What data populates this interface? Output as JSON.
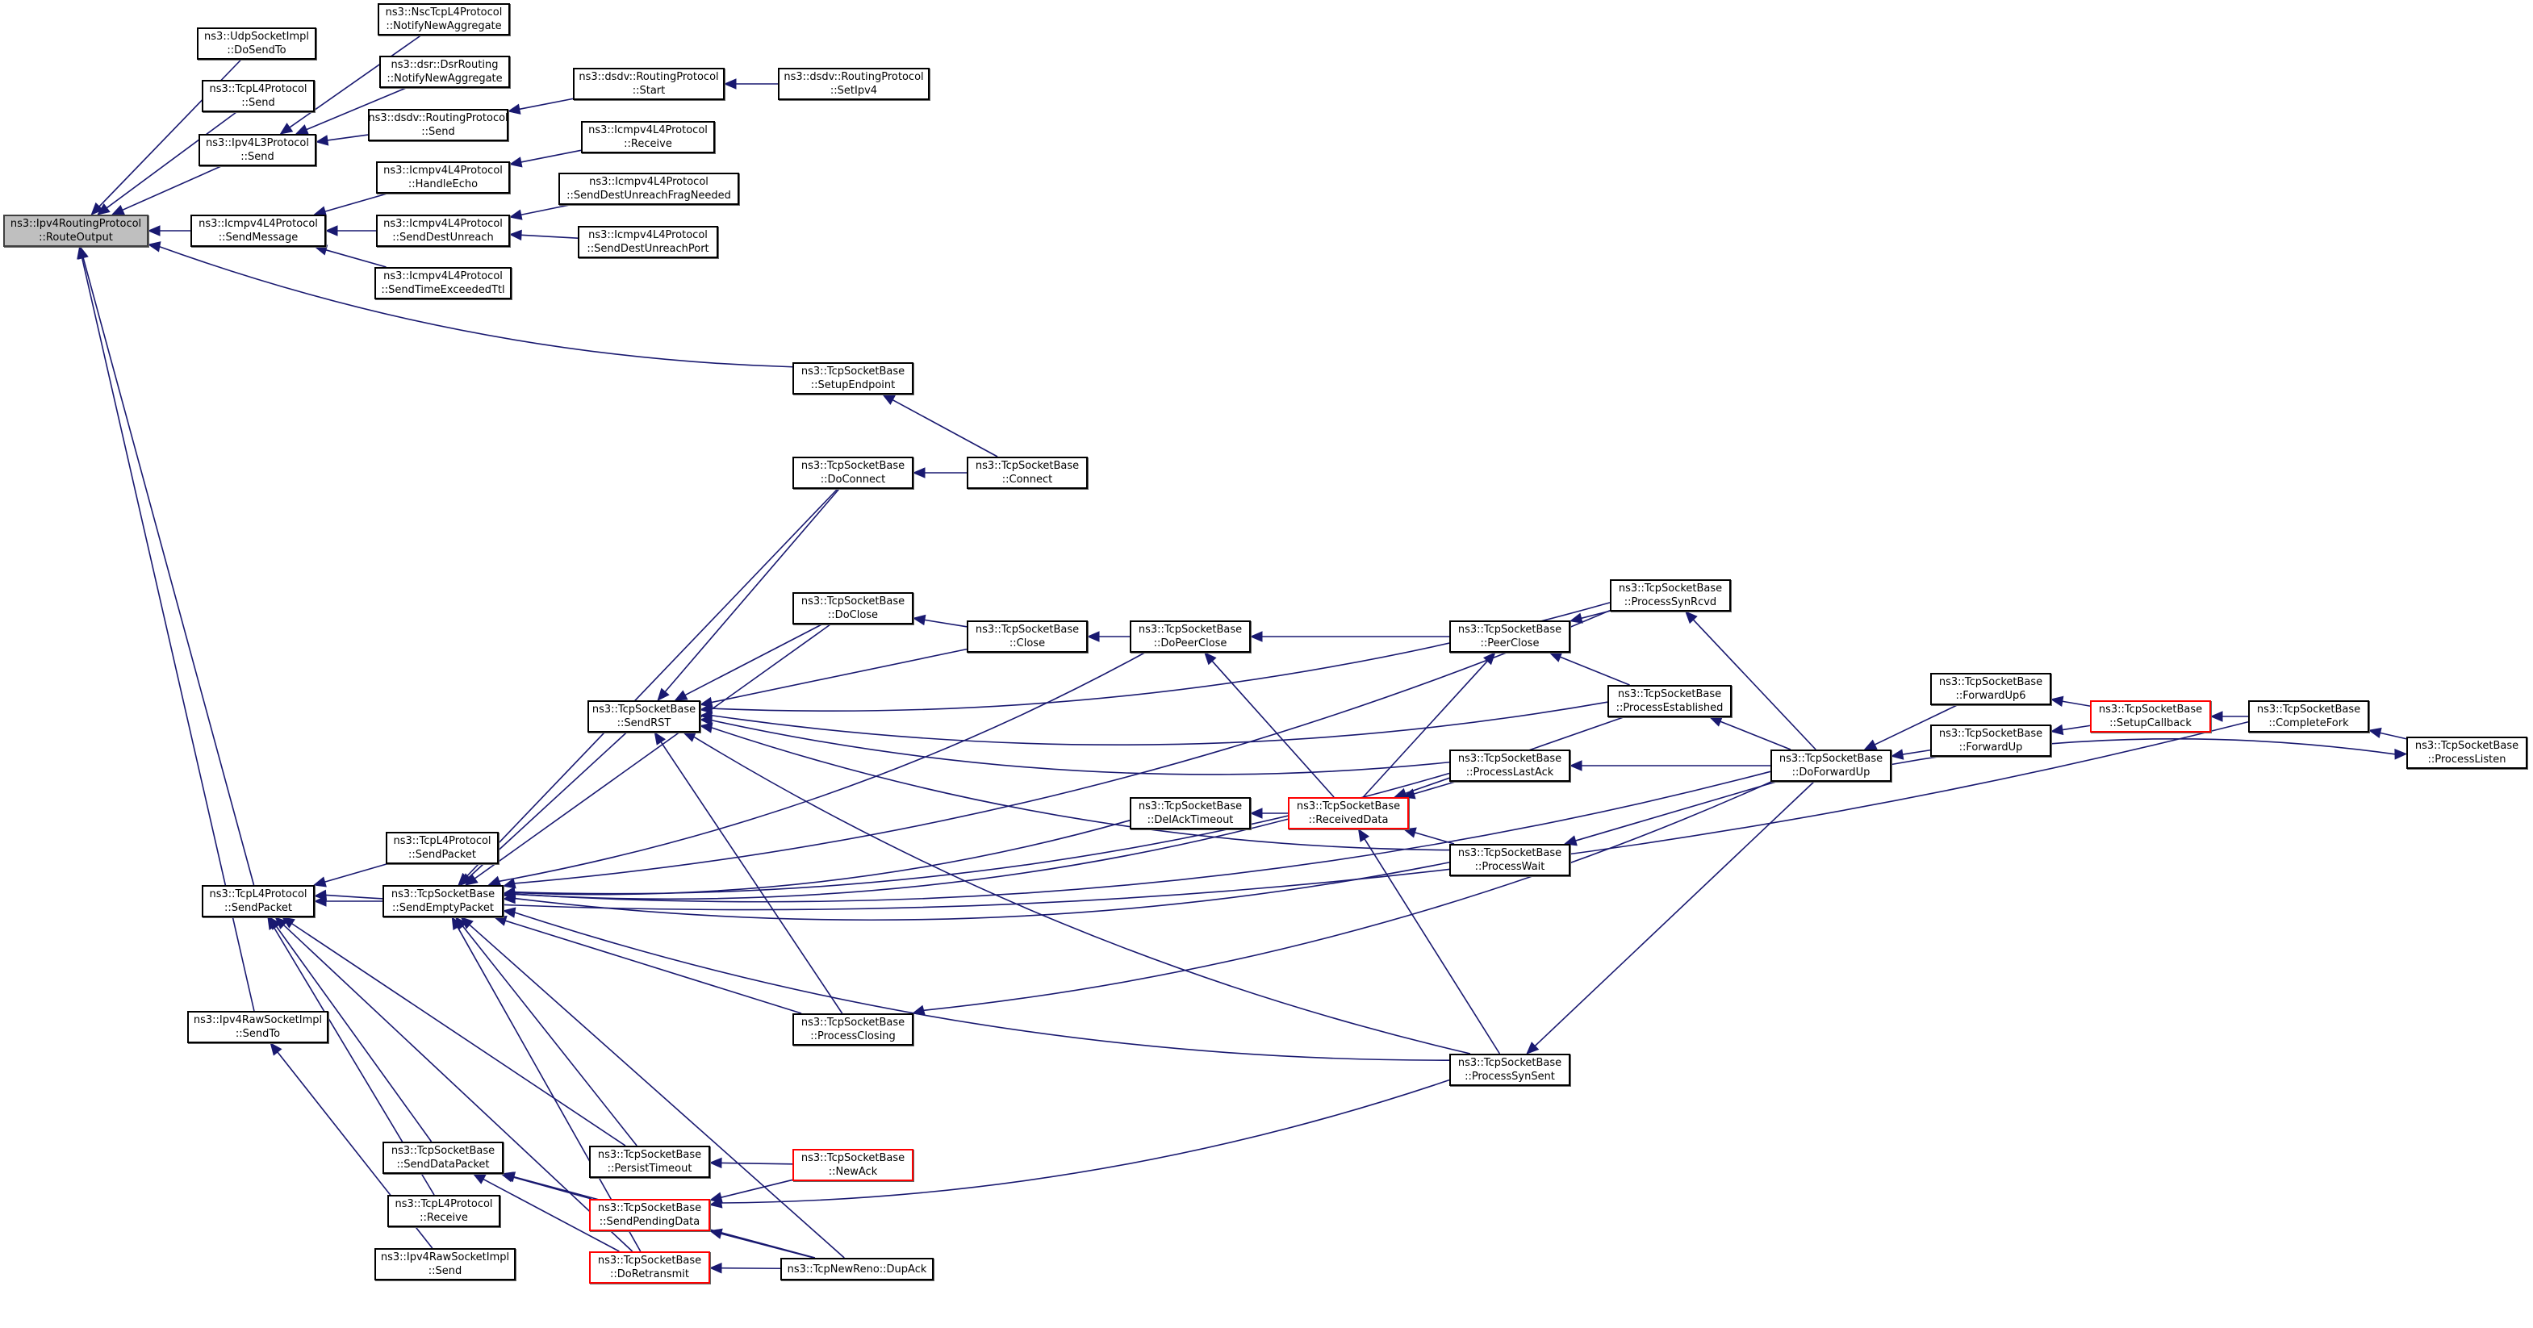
{
  "graph": {
    "type": "caller-graph",
    "root": "n1",
    "colors": {
      "edge": "#191970",
      "root_fill": "#bfbfbf",
      "truncated_border": "#ff0000",
      "node_border": "#000000"
    },
    "nodes": [
      {
        "id": "n1",
        "line1": "ns3::Ipv4RoutingProtocol",
        "line2": "::RouteOutput",
        "style": "root"
      },
      {
        "id": "n2",
        "line1": "ns3::UdpSocketImpl",
        "line2": "::DoSendTo",
        "style": "normal"
      },
      {
        "id": "n3",
        "line1": "ns3::TcpL4Protocol",
        "line2": "::Send",
        "style": "normal"
      },
      {
        "id": "n4",
        "line1": "ns3::Ipv4L3Protocol",
        "line2": "::Send",
        "style": "normal"
      },
      {
        "id": "n5",
        "line1": "ns3::Icmpv4L4Protocol",
        "line2": "::SendMessage",
        "style": "normal"
      },
      {
        "id": "n6",
        "line1": "ns3::NscTcpL4Protocol",
        "line2": "::NotifyNewAggregate",
        "style": "normal"
      },
      {
        "id": "n7",
        "line1": "ns3::dsr::DsrRouting",
        "line2": "::NotifyNewAggregate",
        "style": "normal"
      },
      {
        "id": "n8",
        "line1": "ns3::dsdv::RoutingProtocol",
        "line2": "::Send",
        "style": "normal"
      },
      {
        "id": "n9",
        "line1": "ns3::Icmpv4L4Protocol",
        "line2": "::HandleEcho",
        "style": "normal"
      },
      {
        "id": "n10",
        "line1": "ns3::Icmpv4L4Protocol",
        "line2": "::SendDestUnreach",
        "style": "normal"
      },
      {
        "id": "n11",
        "line1": "ns3::Icmpv4L4Protocol",
        "line2": "::SendTimeExceededTtl",
        "style": "normal"
      },
      {
        "id": "n12",
        "line1": "ns3::dsdv::RoutingProtocol",
        "line2": "::Start",
        "style": "normal"
      },
      {
        "id": "n13",
        "line1": "ns3::dsdv::RoutingProtocol",
        "line2": "::SetIpv4",
        "style": "normal"
      },
      {
        "id": "n14",
        "line1": "ns3::Icmpv4L4Protocol",
        "line2": "::Receive",
        "style": "normal"
      },
      {
        "id": "n15",
        "line1": "ns3::Icmpv4L4Protocol",
        "line2": "::SendDestUnreachFragNeeded",
        "style": "normal"
      },
      {
        "id": "n16",
        "line1": "ns3::Icmpv4L4Protocol",
        "line2": "::SendDestUnreachPort",
        "style": "normal"
      },
      {
        "id": "n17",
        "line1": "ns3::TcpSocketBase",
        "line2": "::SetupEndpoint",
        "style": "normal"
      },
      {
        "id": "n18",
        "line1": "ns3::TcpSocketBase",
        "line2": "::DoConnect",
        "style": "normal"
      },
      {
        "id": "n19",
        "line1": "ns3::TcpSocketBase",
        "line2": "::Connect",
        "style": "normal"
      },
      {
        "id": "n20",
        "line1": "ns3::TcpSocketBase",
        "line2": "::DoClose",
        "style": "normal"
      },
      {
        "id": "n21",
        "line1": "ns3::TcpSocketBase",
        "line2": "::Close",
        "style": "normal"
      },
      {
        "id": "n22",
        "line1": "ns3::TcpSocketBase",
        "line2": "::DoPeerClose",
        "style": "normal"
      },
      {
        "id": "n23",
        "line1": "ns3::TcpSocketBase",
        "line2": "::PeerClose",
        "style": "normal"
      },
      {
        "id": "n24",
        "line1": "ns3::TcpSocketBase",
        "line2": "::ProcessSynRcvd",
        "style": "normal"
      },
      {
        "id": "n25",
        "line1": "ns3::TcpSocketBase",
        "line2": "::ProcessEstablished",
        "style": "normal"
      },
      {
        "id": "n26",
        "line1": "ns3::TcpSocketBase",
        "line2": "::SendRST",
        "style": "normal"
      },
      {
        "id": "n27",
        "line1": "ns3::TcpSocketBase",
        "line2": "::ProcessLastAck",
        "style": "normal"
      },
      {
        "id": "n28",
        "line1": "ns3::TcpSocketBase",
        "line2": "::DelAckTimeout",
        "style": "normal"
      },
      {
        "id": "n29",
        "line1": "ns3::TcpSocketBase",
        "line2": "::ReceivedData",
        "style": "truncated"
      },
      {
        "id": "n30",
        "line1": "ns3::TcpSocketBase",
        "line2": "::ProcessWait",
        "style": "normal"
      },
      {
        "id": "n31",
        "line1": "ns3::TcpSocketBase",
        "line2": "::DoForwardUp",
        "style": "normal"
      },
      {
        "id": "n32",
        "line1": "ns3::TcpSocketBase",
        "line2": "::ForwardUp6",
        "style": "normal"
      },
      {
        "id": "n33",
        "line1": "ns3::TcpSocketBase",
        "line2": "::ForwardUp",
        "style": "normal"
      },
      {
        "id": "n34",
        "line1": "ns3::TcpSocketBase",
        "line2": "::SetupCallback",
        "style": "truncated"
      },
      {
        "id": "n35",
        "line1": "ns3::TcpSocketBase",
        "line2": "::CompleteFork",
        "style": "normal"
      },
      {
        "id": "n36",
        "line1": "ns3::TcpSocketBase",
        "line2": "::ProcessListen",
        "style": "normal"
      },
      {
        "id": "n37",
        "line1": "ns3::TcpL4Protocol",
        "line2": "::SendPacket",
        "style": "normal"
      },
      {
        "id": "n38",
        "line1": "ns3::TcpL4Protocol",
        "line2": "::SendPacket",
        "style": "normal"
      },
      {
        "id": "n39",
        "line1": "ns3::TcpSocketBase",
        "line2": "::SendEmptyPacket",
        "style": "normal"
      },
      {
        "id": "n40",
        "line1": "ns3::Ipv4RawSocketImpl",
        "line2": "::SendTo",
        "style": "normal"
      },
      {
        "id": "n41",
        "line1": "ns3::TcpSocketBase",
        "line2": "::ProcessClosing",
        "style": "normal"
      },
      {
        "id": "n42",
        "line1": "ns3::TcpSocketBase",
        "line2": "::ProcessSynSent",
        "style": "normal"
      },
      {
        "id": "n43",
        "line1": "ns3::TcpSocketBase",
        "line2": "::SendDataPacket",
        "style": "normal"
      },
      {
        "id": "n44",
        "line1": "ns3::TcpSocketBase",
        "line2": "::PersistTimeout",
        "style": "normal"
      },
      {
        "id": "n45",
        "line1": "ns3::TcpSocketBase",
        "line2": "::NewAck",
        "style": "truncated"
      },
      {
        "id": "n46",
        "line1": "ns3::TcpL4Protocol",
        "line2": "::Receive",
        "style": "normal"
      },
      {
        "id": "n47",
        "line1": "ns3::TcpSocketBase",
        "line2": "::SendPendingData",
        "style": "truncated"
      },
      {
        "id": "n48",
        "line1": "ns3::Ipv4RawSocketImpl",
        "line2": "::Send",
        "style": "normal"
      },
      {
        "id": "n49",
        "line1": "ns3::TcpSocketBase",
        "line2": "::DoRetransmit",
        "style": "truncated"
      },
      {
        "id": "n50",
        "line1": "ns3::TcpNewReno::DupAck",
        "line2": "",
        "style": "normal"
      }
    ],
    "edges": [
      {
        "from": "n2",
        "to": "n1"
      },
      {
        "from": "n3",
        "to": "n1"
      },
      {
        "from": "n4",
        "to": "n1"
      },
      {
        "from": "n5",
        "to": "n1"
      },
      {
        "from": "n17",
        "to": "n1"
      },
      {
        "from": "n38",
        "to": "n1"
      },
      {
        "from": "n40",
        "to": "n1"
      },
      {
        "from": "n6",
        "to": "n4"
      },
      {
        "from": "n7",
        "to": "n4"
      },
      {
        "from": "n8",
        "to": "n4"
      },
      {
        "from": "n12",
        "to": "n8"
      },
      {
        "from": "n13",
        "to": "n12"
      },
      {
        "from": "n9",
        "to": "n5"
      },
      {
        "from": "n10",
        "to": "n5"
      },
      {
        "from": "n11",
        "to": "n5"
      },
      {
        "from": "n14",
        "to": "n9"
      },
      {
        "from": "n15",
        "to": "n10"
      },
      {
        "from": "n16",
        "to": "n10"
      },
      {
        "from": "n19",
        "to": "n17"
      },
      {
        "from": "n19",
        "to": "n18"
      },
      {
        "from": "n21",
        "to": "n20"
      },
      {
        "from": "n22",
        "to": "n21"
      },
      {
        "from": "n23",
        "to": "n22"
      },
      {
        "from": "n24",
        "to": "n23"
      },
      {
        "from": "n25",
        "to": "n23"
      },
      {
        "from": "n29",
        "to": "n22"
      },
      {
        "from": "n29",
        "to": "n23"
      },
      {
        "from": "n29",
        "to": "n28"
      },
      {
        "from": "n27",
        "to": "n29"
      },
      {
        "from": "n25",
        "to": "n29"
      },
      {
        "from": "n30",
        "to": "n29"
      },
      {
        "from": "n42",
        "to": "n29"
      },
      {
        "from": "n31",
        "to": "n24"
      },
      {
        "from": "n31",
        "to": "n25"
      },
      {
        "from": "n31",
        "to": "n27"
      },
      {
        "from": "n31",
        "to": "n30"
      },
      {
        "from": "n31",
        "to": "n42"
      },
      {
        "from": "n31",
        "to": "n41"
      },
      {
        "from": "n32",
        "to": "n31"
      },
      {
        "from": "n33",
        "to": "n31"
      },
      {
        "from": "n34",
        "to": "n32"
      },
      {
        "from": "n34",
        "to": "n33"
      },
      {
        "from": "n35",
        "to": "n34"
      },
      {
        "from": "n36",
        "to": "n35"
      },
      {
        "from": "n31",
        "to": "n36"
      },
      {
        "from": "n35",
        "to": "n38"
      },
      {
        "from": "n18",
        "to": "n26"
      },
      {
        "from": "n20",
        "to": "n26"
      },
      {
        "from": "n21",
        "to": "n26"
      },
      {
        "from": "n24",
        "to": "n26"
      },
      {
        "from": "n25",
        "to": "n26"
      },
      {
        "from": "n27",
        "to": "n26"
      },
      {
        "from": "n30",
        "to": "n26"
      },
      {
        "from": "n41",
        "to": "n26"
      },
      {
        "from": "n42",
        "to": "n26"
      },
      {
        "from": "n26",
        "to": "n39"
      },
      {
        "from": "n18",
        "to": "n39"
      },
      {
        "from": "n20",
        "to": "n39"
      },
      {
        "from": "n22",
        "to": "n39"
      },
      {
        "from": "n24",
        "to": "n39"
      },
      {
        "from": "n27",
        "to": "n39"
      },
      {
        "from": "n28",
        "to": "n39"
      },
      {
        "from": "n29",
        "to": "n39"
      },
      {
        "from": "n30",
        "to": "n39"
      },
      {
        "from": "n41",
        "to": "n39"
      },
      {
        "from": "n42",
        "to": "n39"
      },
      {
        "from": "n31",
        "to": "n39"
      },
      {
        "from": "n44",
        "to": "n39"
      },
      {
        "from": "n49",
        "to": "n39"
      },
      {
        "from": "n50",
        "to": "n39"
      },
      {
        "from": "n37",
        "to": "n38"
      },
      {
        "from": "n39",
        "to": "n38"
      },
      {
        "from": "n43",
        "to": "n38"
      },
      {
        "from": "n46",
        "to": "n38"
      },
      {
        "from": "n44",
        "to": "n38"
      },
      {
        "from": "n49",
        "to": "n38"
      },
      {
        "from": "n47",
        "to": "n43"
      },
      {
        "from": "n49",
        "to": "n43"
      },
      {
        "from": "n50",
        "to": "n43"
      },
      {
        "from": "n45",
        "to": "n44"
      },
      {
        "from": "n45",
        "to": "n47"
      },
      {
        "from": "n42",
        "to": "n47"
      },
      {
        "from": "n50",
        "to": "n47"
      },
      {
        "from": "n50",
        "to": "n49"
      },
      {
        "from": "n48",
        "to": "n40"
      }
    ]
  }
}
